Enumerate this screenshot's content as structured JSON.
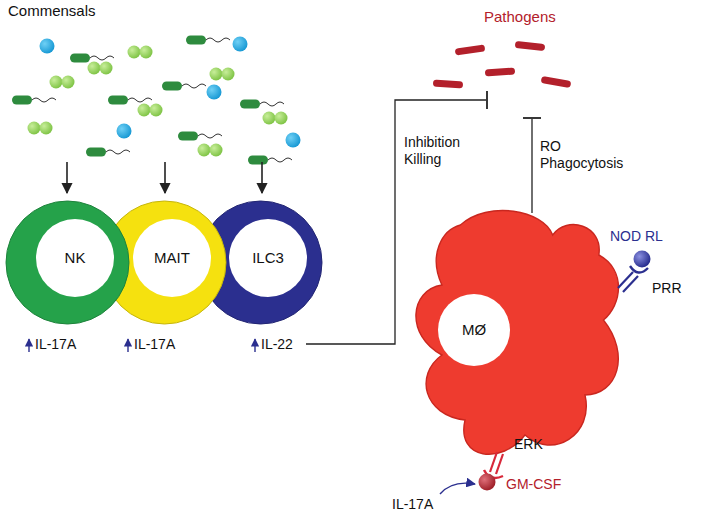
{
  "diagram": {
    "nodes": [
      {
        "text": [
          "NK",
          "IL-17A"
        ]
      },
      {
        "text": [
          "MAIT",
          "IL-17A"
        ]
      },
      {
        "text": [
          "ILC3",
          "IL-22"
        ]
      },
      {
        "text": [
          "MØ"
        ]
      }
    ],
    "labels": [
      "Commensals",
      "Pathogens",
      "Inhibition Killing",
      "RO Phagocytosis",
      "NOD RL",
      "PRR",
      "ERK",
      "GM-CSF",
      "IL-17A"
    ]
  }
}
